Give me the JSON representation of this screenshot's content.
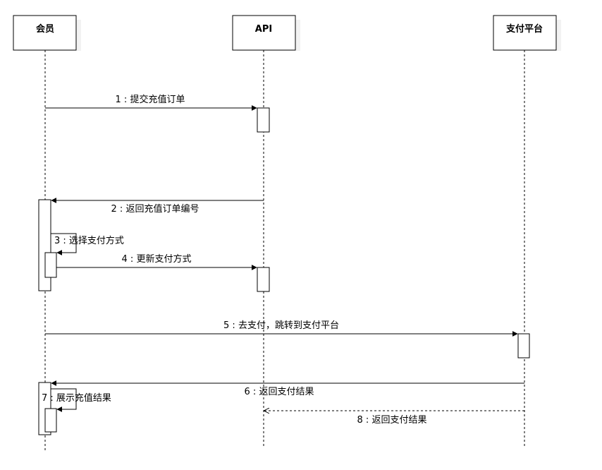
{
  "actors": [
    {
      "id": "member",
      "label": "会员"
    },
    {
      "id": "api",
      "label": "API"
    },
    {
      "id": "pay",
      "label": "支付平台"
    }
  ],
  "messages": [
    {
      "label": "1 : 提交充值订单",
      "from": "member",
      "to": "api",
      "style": "solid"
    },
    {
      "label": "2 : 返回充值订单编号",
      "from": "api",
      "to": "member",
      "style": "solid"
    },
    {
      "label": "3 : 选择支付方式",
      "from": "member",
      "to": "member",
      "style": "self"
    },
    {
      "label": "4 : 更新支付方式",
      "from": "member",
      "to": "api",
      "style": "solid"
    },
    {
      "label": "5 : 去支付，跳转到支付平台",
      "from": "member",
      "to": "pay",
      "style": "solid"
    },
    {
      "label": "6 : 返回支付结果",
      "from": "pay",
      "to": "member",
      "style": "solid"
    },
    {
      "label": "7 : 展示充值结果",
      "from": "member",
      "to": "member",
      "style": "self"
    },
    {
      "label": "8 : 返回支付结果",
      "from": "pay",
      "to": "api",
      "style": "dashed"
    }
  ],
  "colors": {
    "line": "#000000",
    "shadow": "#f2f2f2",
    "box": "#ffffff"
  }
}
